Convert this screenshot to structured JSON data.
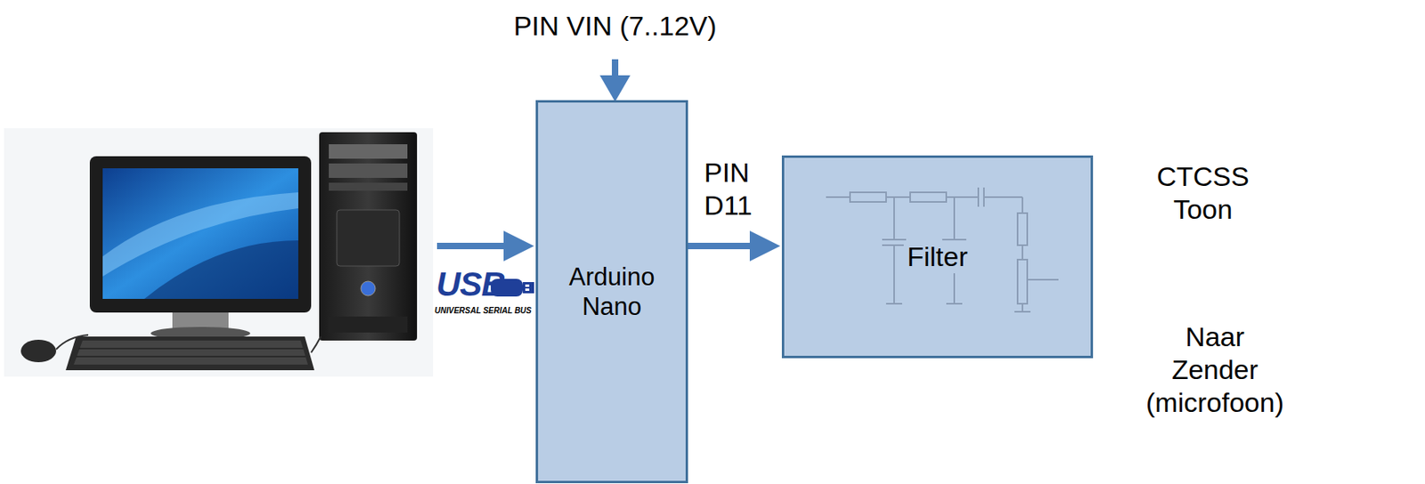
{
  "diagram": {
    "nodes": [
      {
        "text": [
          "Arduino Nano"
        ]
      },
      {
        "text": [
          "Filter"
        ]
      }
    ],
    "edges": [
      {
        "from": 0,
        "to": 1,
        "arrow": "to",
        "label": "PIN D11"
      }
    ],
    "labels": [
      "PIN VIN (7..12V)",
      "USB",
      "UNIVERSAL SERIAL BUS",
      "CTCSS Toon",
      "Naar Zender (microfoon)"
    ]
  }
}
